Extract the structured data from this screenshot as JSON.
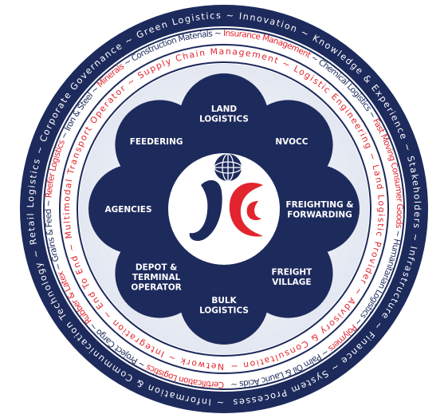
{
  "colors": {
    "navy": "#1d2a5c",
    "red": "#e2242e",
    "white": "#ffffff",
    "inner_bg": "#eef1f7"
  },
  "outer_ring": {
    "text": "~ Information & Communication Technology ~ Retail Logistics ~ Corporate Governance ~ Green Logistics ~ Innovation ~ Knowledge & Experience ~ Stakeholders ~ Infrastructure ~ Finance ~ System Processes"
  },
  "middle_ring": {
    "text": "Certification Logistics ~ Project Cargo ~ Rubber & Latex ~ Grains & Feed ~ Reefer Logistics ~ Iron & Steel ~ Minerals ~ Construction Materials ~ Insurance Management ~ Chemical Logistics ~ Fast Moving Consumer Goods ~ Humanitarian Logistics ~ Polymers ~ Palm Oil & Lauric Acids ~"
  },
  "inner_ring": {
    "text": "Network ~ Integration ~ End To End ~ Multimodal Transport Operator ~ Supply Chain Management ~ Logistic Engineering ~ Land Logistic Provider ~ Advisory & Consultation ~"
  },
  "nodes": [
    {
      "lines": [
        "LAND",
        "LOGISTICS"
      ]
    },
    {
      "lines": [
        "NVOCC"
      ]
    },
    {
      "lines": [
        "FREIGHTING &",
        "FORWARDING"
      ]
    },
    {
      "lines": [
        "FREIGHT",
        "VILLAGE"
      ]
    },
    {
      "lines": [
        "BULK",
        "LOGISTICS"
      ]
    },
    {
      "lines": [
        "DEPOT &",
        "TERMINAL",
        "OPERATOR"
      ]
    },
    {
      "lines": [
        "AGENCIES"
      ]
    },
    {
      "lines": [
        "FEEDERING"
      ]
    }
  ],
  "logo": {
    "icon": "globe-logo-icon"
  }
}
